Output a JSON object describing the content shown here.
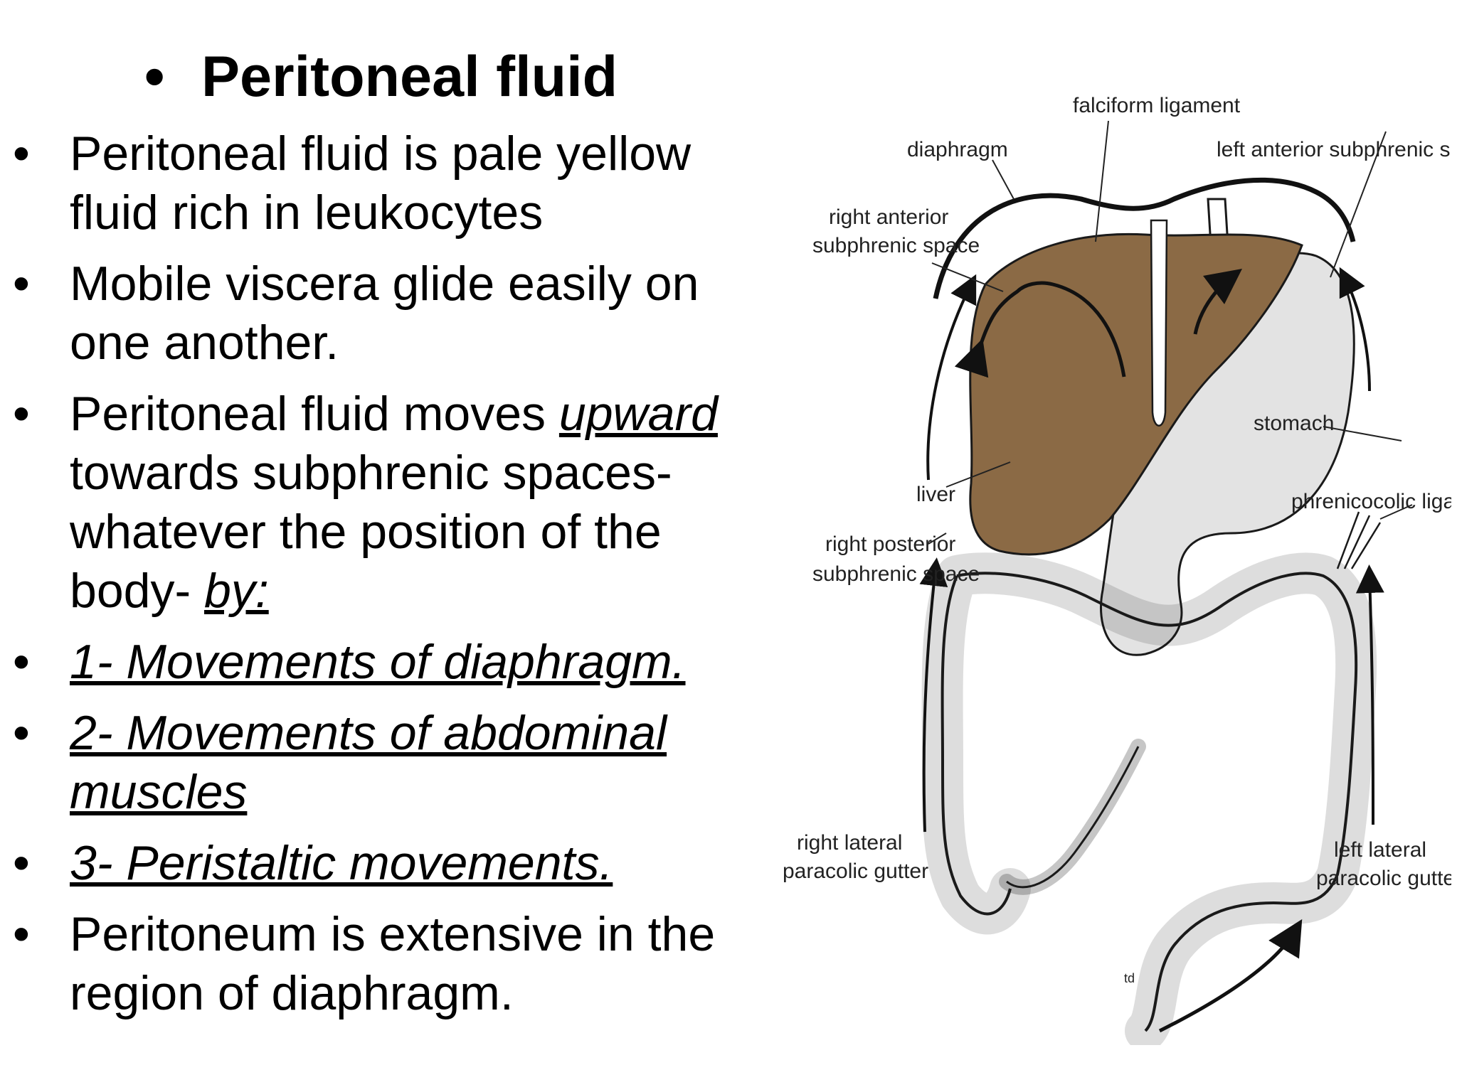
{
  "title": "Peritoneal fluid",
  "bullet_symbol": "•",
  "bullets": {
    "b1": "Peritoneal fluid is pale yellow fluid rich in leukocytes",
    "b2": "Mobile viscera glide easily on one another.",
    "b3": {
      "pre": "Peritoneal fluid moves ",
      "upward": "upward",
      "mid": " towards subphrenic spaces-whatever the position of the body- ",
      "by": "by:"
    },
    "b4": "1- Movements of diaphragm.",
    "b5": "2- Movements of abdominal muscles",
    "b6": "3- Peristaltic movements.",
    "b7": "Peritoneum is extensive in the region of diaphragm."
  },
  "figure": {
    "labels": {
      "falciform": "falciform ligament",
      "diaphragm": "diaphragm",
      "left_anterior_subphrenic": "left anterior subphrenic space",
      "right_anterior_1": "right anterior",
      "right_anterior_2": "subphrenic space",
      "stomach": "stomach",
      "liver": "liver",
      "phrenicocolic": "phrenicocolic ligament",
      "right_posterior_1": "right posterior",
      "right_posterior_2": "subphrenic space",
      "right_lateral_1": "right lateral",
      "right_lateral_2": "paracolic gutter",
      "left_lateral_1": "left lateral",
      "left_lateral_2": "paracolic gutter",
      "signature": "td"
    },
    "colors": {
      "liver": "#8B6A45",
      "stomach": "#E3E3E3",
      "outline": "#1a1a1a"
    }
  }
}
